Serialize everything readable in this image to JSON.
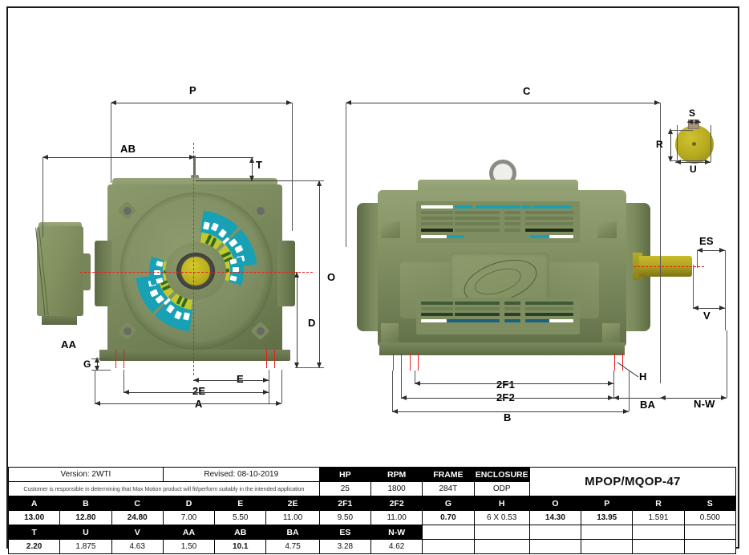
{
  "document": {
    "type": "engineering-dimension-drawing",
    "model": "MPOP/MQOP-47"
  },
  "drawing": {
    "front_view_labels": [
      "P",
      "AB",
      "T",
      "O",
      "D",
      "AA",
      "G",
      "E",
      "2E",
      "A"
    ],
    "side_view_labels": [
      "C",
      "2F1",
      "2F2",
      "H",
      "BA",
      "B",
      "ES",
      "V",
      "N-W"
    ],
    "shaft_end_labels": [
      "S",
      "R",
      "U"
    ]
  },
  "titleblock": {
    "version_label": "Version: 2WTI",
    "revised_label": "Revised: 08-10-2019",
    "disclaimer": "Customer is responsible in determining that Max Motion product will fit/perform suitably in the intended application",
    "model": "MPOP/MQOP-47",
    "rating_headers": [
      "HP",
      "RPM",
      "FRAME",
      "ENCLOSURE"
    ],
    "rating_values": [
      "25",
      "1800",
      "284T",
      "ODP"
    ]
  },
  "dimensions": {
    "row1_headers": [
      "A",
      "B",
      "C",
      "D",
      "E",
      "2E",
      "2F1",
      "2F2",
      "G",
      "H",
      "O",
      "P",
      "R",
      "S"
    ],
    "row1_values": [
      "13.00",
      "12.80",
      "24.80",
      "7.00",
      "5.50",
      "11.00",
      "9.50",
      "11.00",
      "0.70",
      "6 X 0.53",
      "14.30",
      "13.95",
      "1.591",
      "0.500"
    ],
    "row1_bold": [
      true,
      true,
      true,
      false,
      false,
      false,
      false,
      false,
      true,
      false,
      true,
      true,
      false,
      false
    ],
    "row2_headers": [
      "T",
      "U",
      "V",
      "AA",
      "AB",
      "BA",
      "ES",
      "N-W",
      "",
      "",
      "",
      "",
      "",
      ""
    ],
    "row2_values": [
      "2.20",
      "1.875",
      "4.63",
      "1.50",
      "10.1",
      "4.75",
      "3.28",
      "4.62",
      "",
      "",
      "",
      "",
      "",
      ""
    ],
    "row2_bold": [
      true,
      false,
      false,
      false,
      true,
      false,
      false,
      false,
      false,
      false,
      false,
      false,
      false,
      false
    ]
  },
  "colors": {
    "motor_green": "#7e8d60",
    "motor_green_light": "#93a174",
    "motor_green_dark": "#5e6c45",
    "shaft_yellow": "#b5a922",
    "vent_cyan": "#18a0b4",
    "vent_yellow": "#d3d32a",
    "vent_white": "#ffffff",
    "centerline_red": "#ee1b1b",
    "table_header_bg": "#000000",
    "border": "#1a1a1a"
  }
}
